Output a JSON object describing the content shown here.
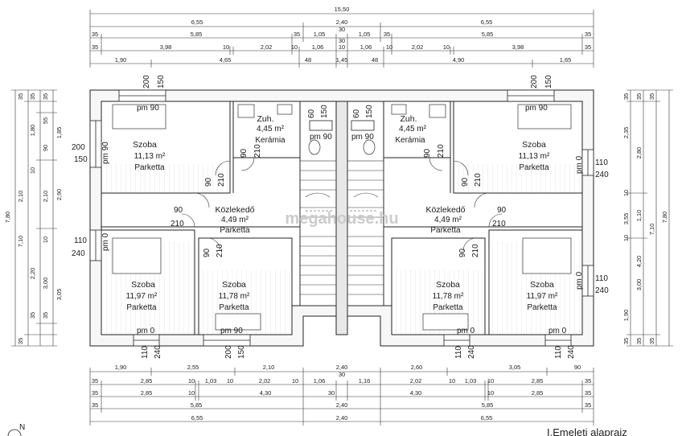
{
  "watermark": "megahouse.hu",
  "plan_title": "I.Emeleti alaprajz",
  "north_label": "N",
  "dims_top": {
    "r1": [
      "15,50"
    ],
    "r2": [
      "6,55",
      "2,40",
      "6,55"
    ],
    "r2b": [
      "30"
    ],
    "r3": [
      "35",
      "5,85",
      "35",
      "1,05",
      "30",
      "1,05",
      "35",
      "5,85",
      "35"
    ],
    "r4": [
      "35",
      "3,98",
      "10",
      "2,02",
      "10",
      "1,06",
      "10",
      "1,06",
      "10",
      "2,02",
      "10",
      "3,98",
      "35"
    ],
    "r5": [
      "1,90",
      "4,65",
      "48",
      "1,45",
      "48",
      "4,90",
      "1,65"
    ]
  },
  "dims_bottom": {
    "r1": [
      "1,90",
      "2,55",
      "2,10",
      "2,40",
      "2,60",
      "3,05",
      "90"
    ],
    "r1b": [
      "30"
    ],
    "r2": [
      "35",
      "2,85",
      "10",
      "1,03",
      "10",
      "2,02",
      "10",
      "1,06",
      "1,16",
      "2,02",
      "10",
      "1,03",
      "10",
      "2,85",
      "35"
    ],
    "r3": [
      "35",
      "2,85",
      "10",
      "4,30",
      "30",
      "4,30",
      "10",
      "2,85",
      "35"
    ],
    "r4": [
      "35",
      "5,85",
      "2,40",
      "5,85",
      "35"
    ],
    "r5": [
      "6,55",
      "2,40",
      "6,55"
    ]
  },
  "dims_left": {
    "c1": [
      "35",
      "35",
      "35",
      "1,80",
      "90",
      "10",
      "2,10",
      "10",
      "2,20",
      "35",
      "35",
      "35"
    ],
    "c2": [
      "55",
      "1,85",
      "2,10",
      "2,90",
      "3,00",
      "3,05"
    ],
    "c3": [
      "7,10"
    ],
    "c4": [
      "7,80"
    ]
  },
  "dims_right": {
    "c1": [
      "35",
      "2,35",
      "10",
      "3,55",
      "10",
      "1,90",
      "35"
    ],
    "c2": [
      "35",
      "2,80",
      "1,10",
      "4,20",
      "3,00",
      "35"
    ],
    "c3": [
      "35",
      "7,10",
      "35"
    ],
    "c4": [
      "7,80"
    ]
  },
  "rooms": [
    {
      "name": "Szoba",
      "area": "11,13 m²",
      "floor": "Parketta"
    },
    {
      "name": "Zuh.",
      "area": "4,45 m²",
      "floor": "Kerámia"
    },
    {
      "name": "Zuh.",
      "area": "4,45 m²",
      "floor": "Kerámia"
    },
    {
      "name": "Szoba",
      "area": "11,13 m²",
      "floor": "Parketta"
    },
    {
      "name": "Közlekedő",
      "area": "4,49 m²",
      "floor": "Parketta"
    },
    {
      "name": "Közlekedő",
      "area": "4,49 m²",
      "floor": "Parketta"
    },
    {
      "name": "Szoba",
      "area": "11,97 m²",
      "floor": "Parketta"
    },
    {
      "name": "Szoba",
      "area": "11,78 m²",
      "floor": "Parketta"
    },
    {
      "name": "Szoba",
      "area": "11,78 m²",
      "floor": "Parketta"
    },
    {
      "name": "Szoba",
      "area": "11,97 m²",
      "floor": "Parketta"
    }
  ],
  "openings": {
    "pm90": "pm 90",
    "pm0": "pm 0",
    "w200": "200",
    "w150": "150",
    "w110": "110",
    "w240": "240",
    "w60": "60",
    "d90": "90",
    "d210": "210"
  },
  "colors": {
    "line": "#222222",
    "wall": "#ffffff",
    "hatch": "#cfcfcf",
    "watermark": "#cccccc"
  }
}
